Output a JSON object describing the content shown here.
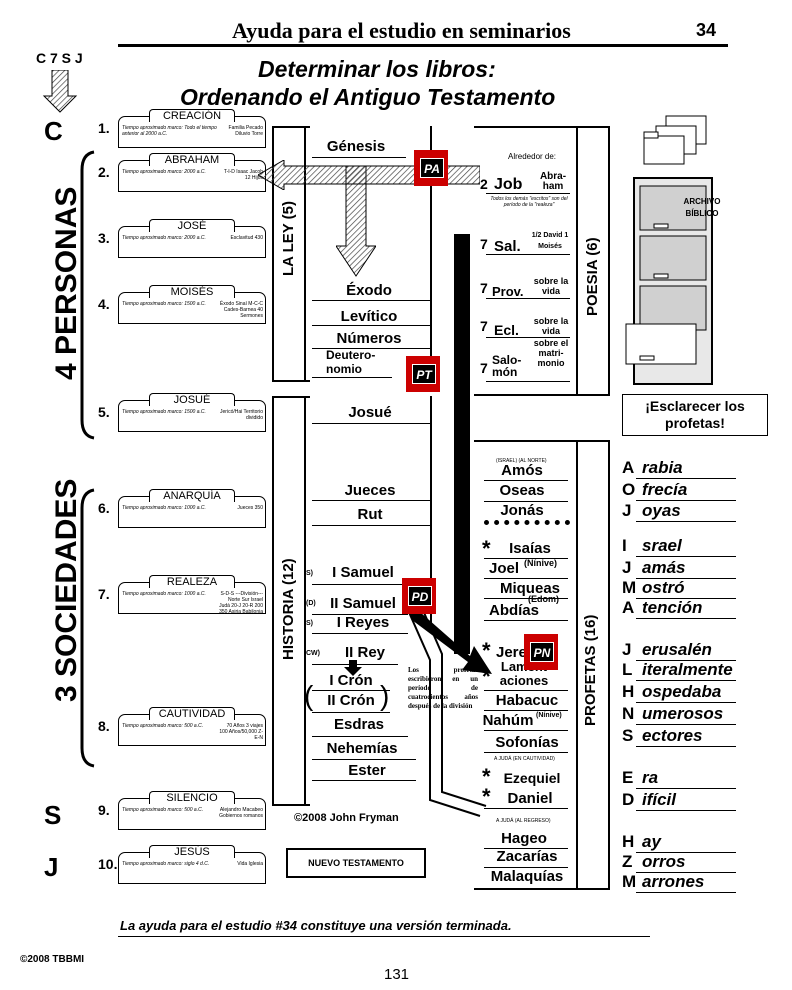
{
  "header": {
    "title": "Ayuda para el estudio en seminarios",
    "page_number": "34",
    "cs_label": "C 7 S J"
  },
  "main_title": {
    "line1": "Determinar los libros:",
    "line2": "Ordenando el Antiguo Testamento"
  },
  "side_labels": {
    "c": "C",
    "personas": "4 PERSONAS",
    "sociedades": "3 SOCIEDADES",
    "s": "S",
    "j": "J"
  },
  "eras": [
    {
      "num": "1.",
      "title": "CREACIÓN",
      "text": "Tiempo aproximado marco: Todo el tiempo anterior al 2000 a.C.",
      "right": "Familia Pecado Diluvio Torre"
    },
    {
      "num": "2.",
      "title": "ABRAHAM",
      "text": "Tiempo aproximado marco: 2000 a.C.",
      "right": "T-I-D Isaac Jacob 12 Hijos"
    },
    {
      "num": "3.",
      "title": "JOSÉ",
      "text": "Tiempo aproximado marco: 2000 a.C.",
      "right": "Esclavitud 430"
    },
    {
      "num": "4.",
      "title": "MOISÉS",
      "text": "Tiempo aproximado marco: 1500 a.C.",
      "right": "Éxodo Sinaí M-C-C Cades-Barnea 40 Sermones"
    },
    {
      "num": "5.",
      "title": "JOSUÉ",
      "text": "Tiempo aproximado marco: 1500 a.C.",
      "right": "Jericó/Hai Territorio dividido"
    },
    {
      "num": "6.",
      "title": "ANARQUÍA",
      "text": "Tiempo aproximado marco: 1000 a.C.",
      "right": "Jueces 350"
    },
    {
      "num": "7.",
      "title": "REALEZA",
      "text": "Tiempo aproximado marco: 1000 a.C.",
      "right": "S-D-S ---División--- Norte Sur Israel Judá 20-J 20-R 200 350 Asiria Babilonia"
    },
    {
      "num": "8.",
      "title": "CAUTIVIDAD",
      "text": "Tiempo aproximado marco: 500 a.C.",
      "right": "70 Años 3 viajes 100 Años/50,000 Z-E-N"
    },
    {
      "num": "9.",
      "title": "SILENCIO",
      "text": "Tiempo aproximado marco: 500 a.C.",
      "right": "Alejandro Macabeo Gobiernos romanos"
    },
    {
      "num": "10.",
      "title": "JESÚS",
      "text": "Tiempo aproximado marco: siglo 4 d.C.",
      "right": "Vida Iglesia"
    }
  ],
  "ley": {
    "label": "LA LEY (5)",
    "books": [
      "Génesis",
      "Éxodo",
      "Levítico",
      "Números",
      "Deutero-",
      "nomio"
    ]
  },
  "historia": {
    "label": "HISTORIA (12)",
    "books": [
      "Josué",
      "Jueces",
      "Rut",
      "I Samuel",
      "II Samuel",
      "I Reyes",
      "II Rey",
      "I Crón",
      "II Crón",
      "Esdras",
      "Nehemías",
      "Ester"
    ]
  },
  "poesia": {
    "label": "POESIA (6)",
    "header": "Alrededor de:",
    "items": [
      {
        "num": "2",
        "book": "Job",
        "note": "Abra- ham"
      },
      {
        "num": "7",
        "book": "Sal.",
        "note": "1/2 David 1 Moisés"
      },
      {
        "num": "7",
        "book": "Prov.",
        "note": "sobre la vida"
      },
      {
        "num": "7",
        "book": "Ecl.",
        "note": "sobre la vida"
      },
      {
        "num": "7",
        "book": "Salo- món",
        "note": "sobre el matri- monio"
      }
    ],
    "job_note": "Todos los demás \"escritos\" son del período de la \"realeza\""
  },
  "profetas": {
    "label": "PROFETAS (16)",
    "books": [
      "Amós",
      "Oseas",
      "Jonás",
      "Isaías",
      "Joel",
      "Miqueas",
      "Abdías",
      "Jeremías",
      "Lamentaciones",
      "Habacuc",
      "Nahúm",
      "Sofonías",
      "Ezequiel",
      "Daniel",
      "Hageo",
      "Zacarías",
      "Malaquías"
    ],
    "small_notes": [
      "(ISRAEL) (AL NORTE)",
      "(Nínive)",
      "(Edom)",
      "A JUDÁ (EN CAUTIVIDAD)",
      "(Nínive)",
      "A JUDÁ (AL REGRESO)"
    ]
  },
  "prophets_note": "Los profetas escribieron en un período de cuatrocientos años después de la división",
  "copyright_fryman": "©2008 John Fryman",
  "nuevo_testamento": "NUEVO TESTAMENTO",
  "cabinet_label": "ARCHIVO BÍBLICO",
  "badges": [
    "PA",
    "PT",
    "PD",
    "PN"
  ],
  "esclarecer": {
    "title": "¡Esclarecer los profetas!",
    "rows": [
      {
        "letter": "A",
        "word": "rabia"
      },
      {
        "letter": "O",
        "word": "frecía"
      },
      {
        "letter": "J",
        "word": "oyas"
      },
      {
        "letter": "I",
        "word": "srael"
      },
      {
        "letter": "J",
        "word": "amás"
      },
      {
        "letter": "M",
        "word": "ostró"
      },
      {
        "letter": "A",
        "word": "tención"
      },
      {
        "letter": "J",
        "word": "erusalén"
      },
      {
        "letter": "L",
        "word": "iteralmente"
      },
      {
        "letter": "H",
        "word": "ospedaba"
      },
      {
        "letter": "N",
        "word": "umerosos"
      },
      {
        "letter": "S",
        "word": "ectores"
      },
      {
        "letter": "E",
        "word": "ra"
      },
      {
        "letter": "D",
        "word": "ifícil"
      },
      {
        "letter": "H",
        "word": "ay"
      },
      {
        "letter": "Z",
        "word": "orros"
      },
      {
        "letter": "M",
        "word": "arrones"
      }
    ]
  },
  "footer": {
    "note": "La ayuda para el estudio #34 constituye una versión terminada.",
    "copyright": "©2008 TBBMI",
    "page": "131"
  }
}
